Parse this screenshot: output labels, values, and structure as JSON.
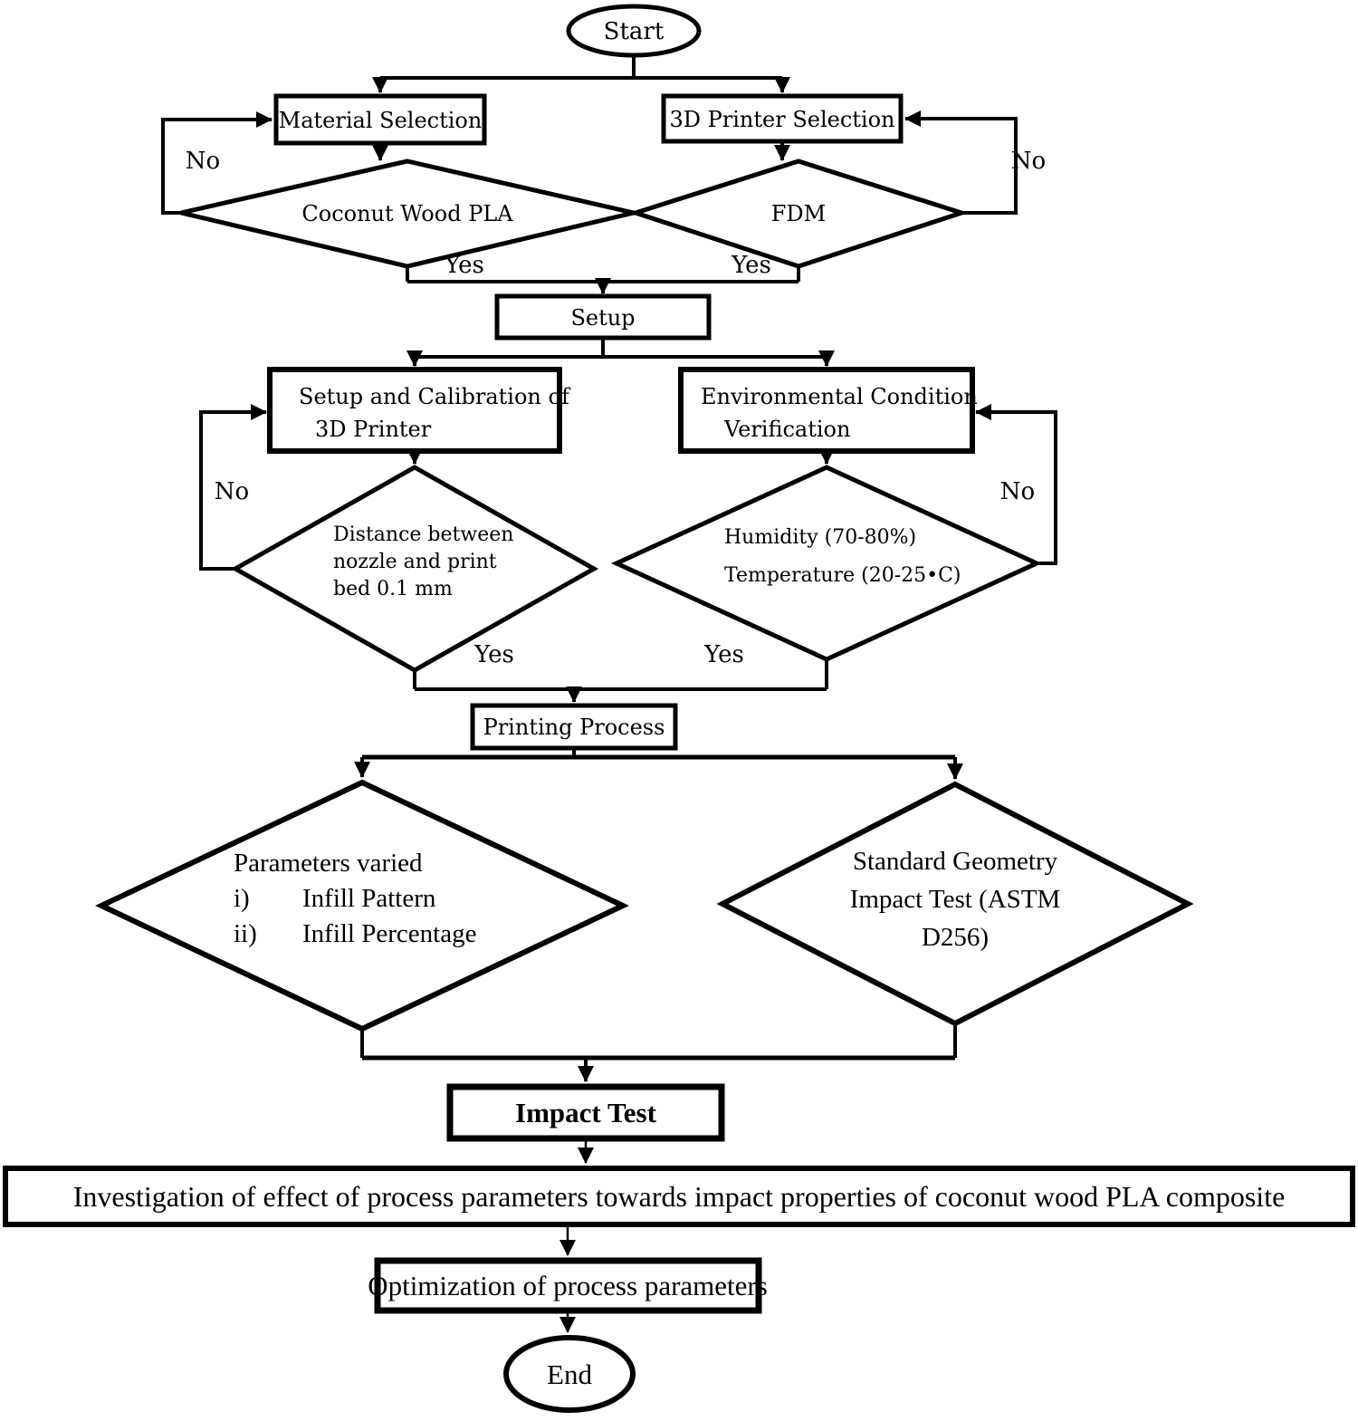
{
  "flowchart": {
    "background_color": "#ffffff",
    "line_color": "#000000",
    "nodes": {
      "start": {
        "label": "Start"
      },
      "material_selection": {
        "label": "Material Selection"
      },
      "printer_selection": {
        "label": "3D Printer Selection"
      },
      "material_decision": {
        "label": "Coconut Wood PLA"
      },
      "printer_decision": {
        "label": "FDM"
      },
      "setup": {
        "label": "Setup"
      },
      "calibration": {
        "line1": "Setup and Calibration of",
        "line2": "3D Printer"
      },
      "environment": {
        "line1": "Environmental Condition",
        "line2": "Verification"
      },
      "distance_decision": {
        "line1": "Distance between",
        "line2": "nozzle and print",
        "line3": "bed 0.1 mm"
      },
      "climate_decision": {
        "line1": "Humidity (70-80%)",
        "line2": "Temperature (20-25•C)"
      },
      "printing_process": {
        "label": "Printing Process"
      },
      "parameters_decision": {
        "heading": "Parameters varied",
        "item1_marker": "i)",
        "item1": "Infill Pattern",
        "item2_marker": "ii)",
        "item2": "Infill Percentage"
      },
      "impact_geometry_decision": {
        "line1": "Standard Geometry",
        "line2": "Impact Test (ASTM",
        "line3": "D256)"
      },
      "impact_test": {
        "label": "Impact Test"
      },
      "investigation": {
        "label": "Investigation of effect of process parameters towards impact properties of coconut wood PLA composite"
      },
      "optimization": {
        "label": "Optimization of process parameters"
      },
      "end": {
        "label": "End"
      }
    },
    "edge_labels": {
      "material_no": "No",
      "printer_no": "No",
      "material_yes": "Yes",
      "printer_yes": "Yes",
      "calibration_no": "No",
      "environment_no": "No",
      "distance_yes": "Yes",
      "climate_yes": "Yes"
    }
  }
}
